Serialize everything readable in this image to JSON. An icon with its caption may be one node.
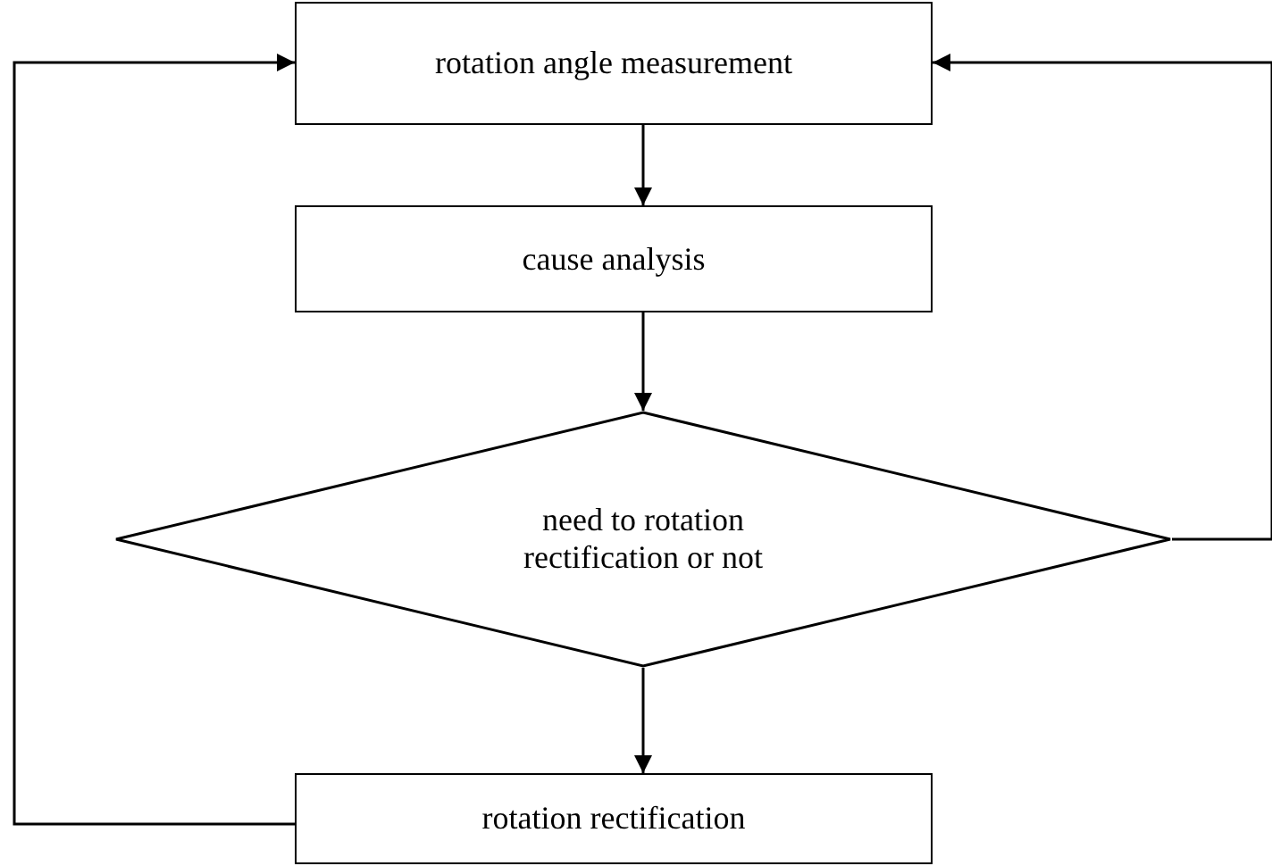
{
  "diagram": {
    "nodes": [
      {
        "text": [
          "rotation angle measurement"
        ]
      },
      {
        "text": [
          "cause analysis"
        ]
      },
      {
        "text": [
          "need to rotation rectification or not"
        ]
      },
      {
        "text": [
          "rotation rectification"
        ]
      }
    ],
    "edges": [
      {
        "from": 0,
        "to": 1,
        "arrow": "to"
      },
      {
        "from": 1,
        "to": 2,
        "arrow": "to"
      },
      {
        "from": 2,
        "to": 3,
        "arrow": "to"
      },
      {
        "from": 3,
        "to": 0,
        "arrow": "to"
      },
      {
        "from": 2,
        "to": 0,
        "arrow": "to"
      }
    ]
  }
}
